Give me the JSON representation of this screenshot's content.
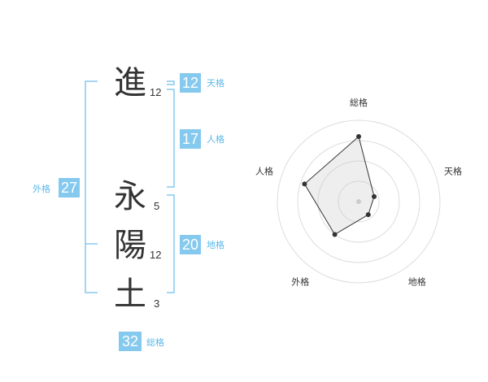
{
  "name": {
    "chars": [
      {
        "char": "進",
        "strokes": "12"
      },
      {
        "char": "永",
        "strokes": "5"
      },
      {
        "char": "陽",
        "strokes": "12"
      },
      {
        "char": "土",
        "strokes": "3"
      }
    ]
  },
  "fortune": {
    "tenkaku": {
      "value": "12",
      "label": "天格"
    },
    "jinkaku": {
      "value": "17",
      "label": "人格"
    },
    "chikaku": {
      "value": "20",
      "label": "地格"
    },
    "gaikaku": {
      "value": "27",
      "label": "外格"
    },
    "soukaku": {
      "value": "32",
      "label": "総格"
    }
  },
  "colors": {
    "accent": "#85c9ee",
    "bracket": "#85c9ee",
    "text": "#333333"
  },
  "chart_data": {
    "type": "radar",
    "axes": [
      "総格",
      "天格",
      "地格",
      "外格",
      "人格"
    ],
    "values": [
      4,
      1,
      1,
      2.5,
      3.5
    ],
    "scale_max": 5,
    "rings": 4,
    "grid": true
  }
}
